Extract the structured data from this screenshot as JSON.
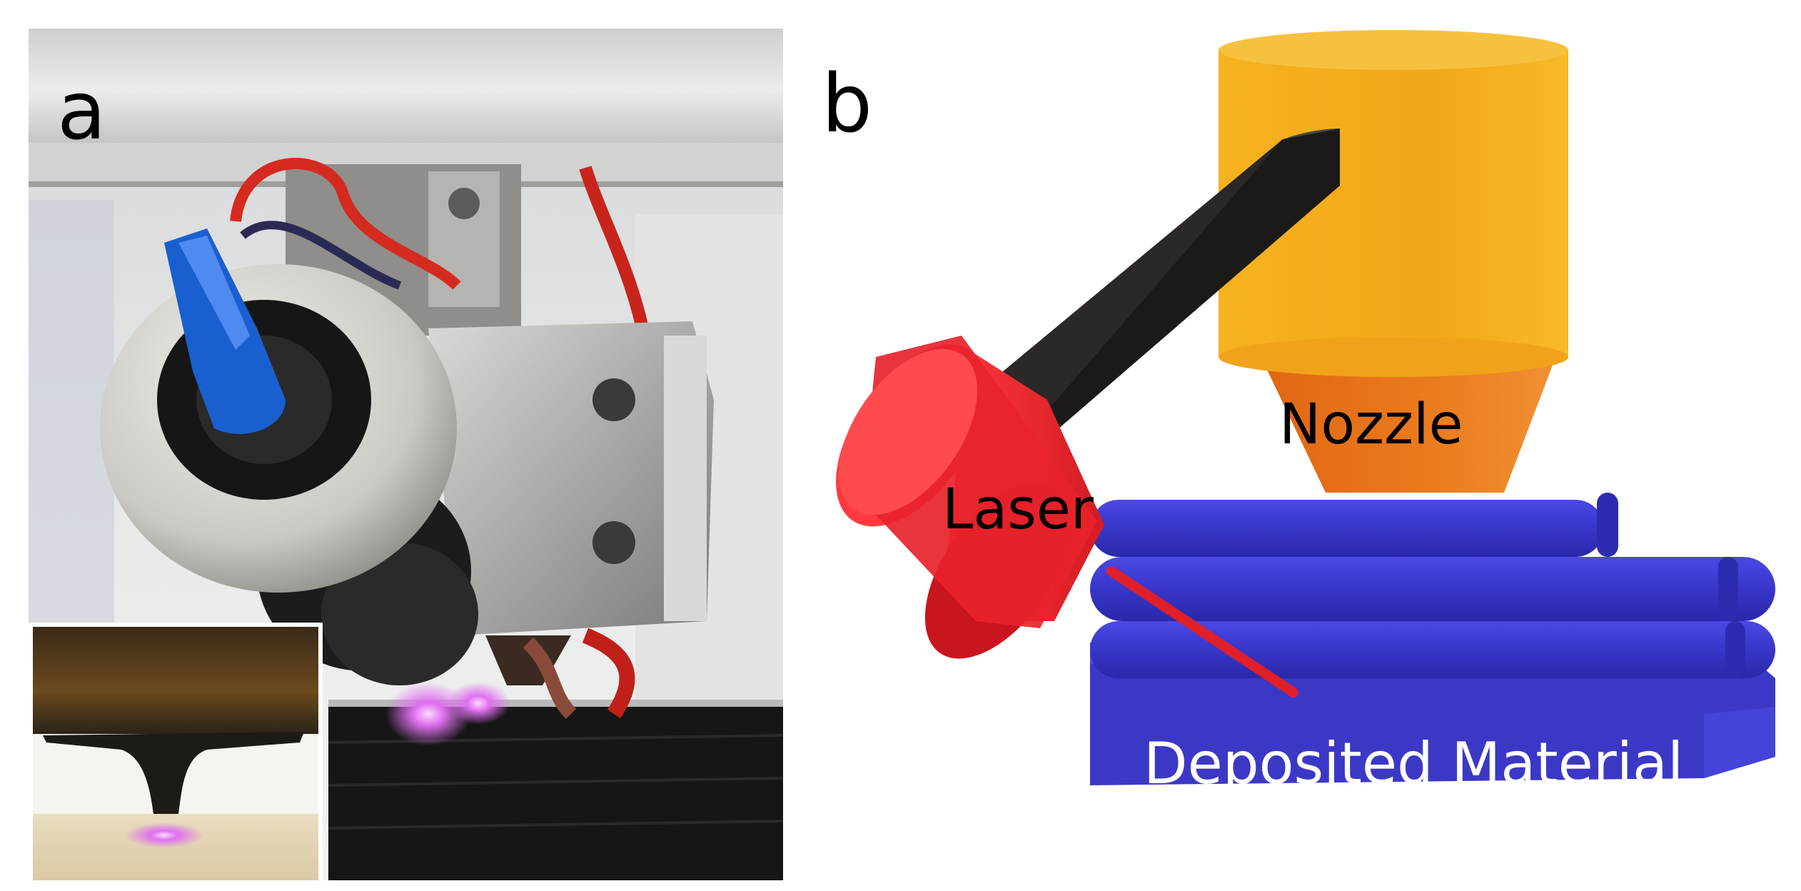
{
  "panels": {
    "a": {
      "letter": "a"
    },
    "b": {
      "letter": "b",
      "labels": {
        "nozzle": "Nozzle",
        "laser": "Laser",
        "deposited": "Deposited Material"
      }
    }
  },
  "colors": {
    "nozzle_top": "#F5B01E",
    "nozzle_cone": "#E8741B",
    "laser_body": "#E8232B",
    "laser_beam": "#E0202A",
    "arm": "#2A2726",
    "material": "#3A37C4",
    "material_light": "#4A48DE",
    "label_dark": "#000000",
    "label_light": "#FFFFFF"
  }
}
